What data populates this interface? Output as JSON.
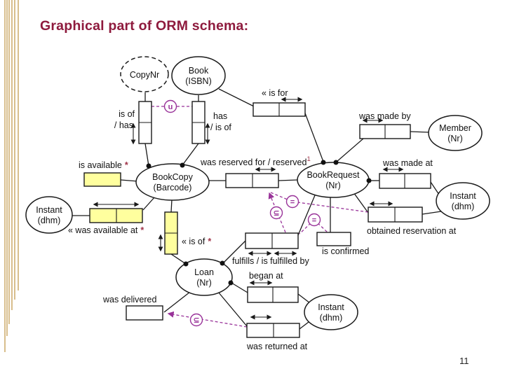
{
  "slide": {
    "title": "Graphical part of ORM schema:",
    "page_number": "11"
  },
  "colors": {
    "title_maroon": "#8E1A3D",
    "constraint_purple": "#993399",
    "role_highlight_yellow": "#FFFF9E",
    "border_gold": "#C49A4E",
    "annotation_red": "#A03348",
    "line_black": "#1a1a1a"
  },
  "entities": {
    "copynr": {
      "line1": "CopyNr"
    },
    "book": {
      "line1": "Book",
      "line2": "(ISBN)"
    },
    "member": {
      "line1": "Member",
      "line2": "(Nr)"
    },
    "bookcopy": {
      "line1": "BookCopy",
      "line2": "(Barcode)"
    },
    "bookrequest": {
      "line1": "BookRequest",
      "line2": "(Nr)"
    },
    "instant_left": {
      "line1": "Instant",
      "line2": "(dhm)"
    },
    "instant_right": {
      "line1": "Instant",
      "line2": "(dhm)"
    },
    "instant_bottom": {
      "line1": "Instant",
      "line2": "(dhm)"
    },
    "loan": {
      "line1": "Loan",
      "line2": "(Nr)"
    }
  },
  "fact_labels": {
    "is_of_has": {
      "line1": "is of",
      "line2": "/ has"
    },
    "has_is_of": {
      "line1": "has",
      "line2": "/ is of"
    },
    "is_for": "« is for",
    "was_made_by": "was made by",
    "is_available": {
      "text": "is available",
      "star": "*"
    },
    "was_reserved": {
      "text": "was reserved for / reserved",
      "footnote": "1"
    },
    "was_made_at": "was made at",
    "obtained_reservation_at": "obtained reservation at",
    "is_confirmed": "is confirmed",
    "fulfills": "fulfills / is fulfilled by",
    "was_available_at": {
      "text": "« was available at",
      "star": "*"
    },
    "is_of_loan": {
      "text": "« is of",
      "star": "*"
    },
    "began_at": "began at",
    "was_returned_at": "was returned at",
    "was_delivered": "was delivered"
  },
  "constraint_symbols": {
    "external_uniqueness": "u",
    "equality_1": "=",
    "equality_2": "=",
    "subset_1": "⊆",
    "subset_2": "⊆"
  }
}
